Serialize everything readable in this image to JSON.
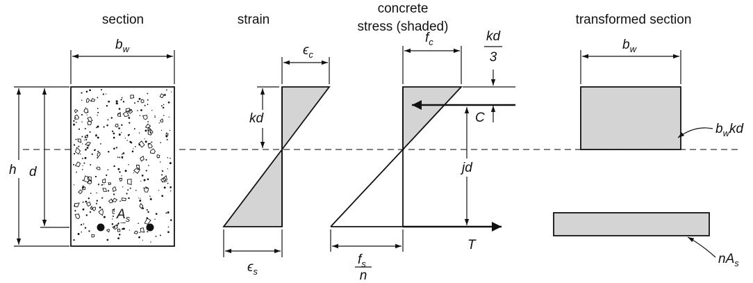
{
  "headers": {
    "section": "section",
    "strain": "strain",
    "stress_line1": "concrete",
    "stress_line2": "stress (shaded)",
    "transformed": "transformed section"
  },
  "labels": {
    "bw_base": "b",
    "bw_sub": "w",
    "h": "h",
    "d": "d",
    "as_base": "A",
    "as_sub": "s",
    "kd": "kd",
    "ec_base": "ϵ",
    "ec_sub": "c",
    "es_base": "ϵ",
    "es_sub": "s",
    "fc_base": "f",
    "fc_sub": "c",
    "kd3_num": "kd",
    "kd3_den": "3",
    "C": "C",
    "jd": "jd",
    "T": "T",
    "fs_base": "f",
    "fs_sub": "s",
    "fs_den": "n",
    "t_bw_base": "b",
    "t_bw_sub": "w",
    "bwkd_base": "b",
    "bwkd_sub": "w",
    "bwkd_tail": "kd",
    "nas_base": "nA",
    "nas_sub": "s"
  }
}
